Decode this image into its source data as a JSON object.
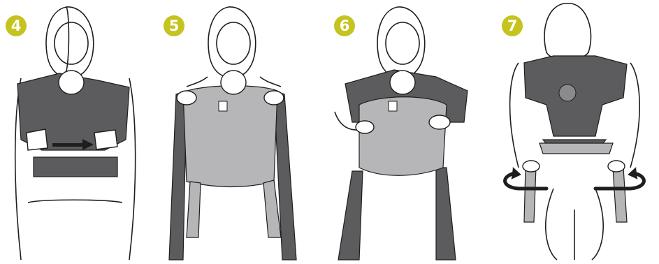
{
  "colors": {
    "badge": "#c5c31f",
    "wrap_dark": "#5c5c5e",
    "wrap_light": "#b6b6b8",
    "outline": "#1e1e1e"
  },
  "steps": [
    {
      "number": "4",
      "icons": [
        "arrow-right-icon"
      ]
    },
    {
      "number": "5",
      "icons": [
        "carrier-label-icon"
      ]
    },
    {
      "number": "6",
      "icons": [
        "carrier-label-icon"
      ]
    },
    {
      "number": "7",
      "icons": [
        "rotate-left-icon",
        "rotate-right-icon",
        "logo-patch-icon"
      ]
    }
  ]
}
